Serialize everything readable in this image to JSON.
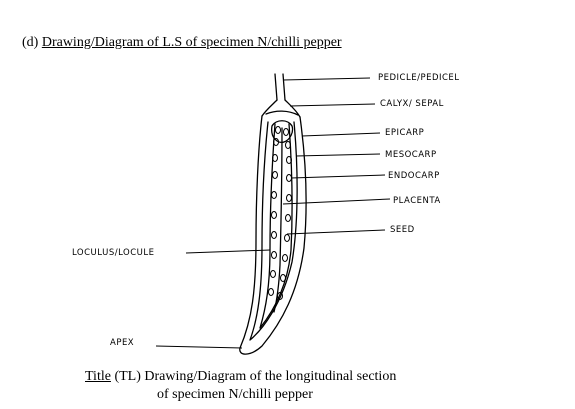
{
  "heading": {
    "prefix": "(d) ",
    "text": "Drawing/Diagram of L.S of specimen N/chilli pepper"
  },
  "labels": {
    "pedicel": "PEDICLE/PEDICEL",
    "calyx": "CALYX/ SEPAL",
    "epicarp": "EPICARP",
    "mesocarp": "MESOCARP",
    "endocarp": "ENDOCARP",
    "placenta": "PLACENTA",
    "seed": "SEED",
    "loculus": "LOCULUS/LOCULE",
    "apex": "APEX"
  },
  "caption": {
    "title_word": "Title",
    "line1_rest": " (TL) Drawing/Diagram of the longitudinal section",
    "line2": "of specimen N/chilli pepper"
  }
}
